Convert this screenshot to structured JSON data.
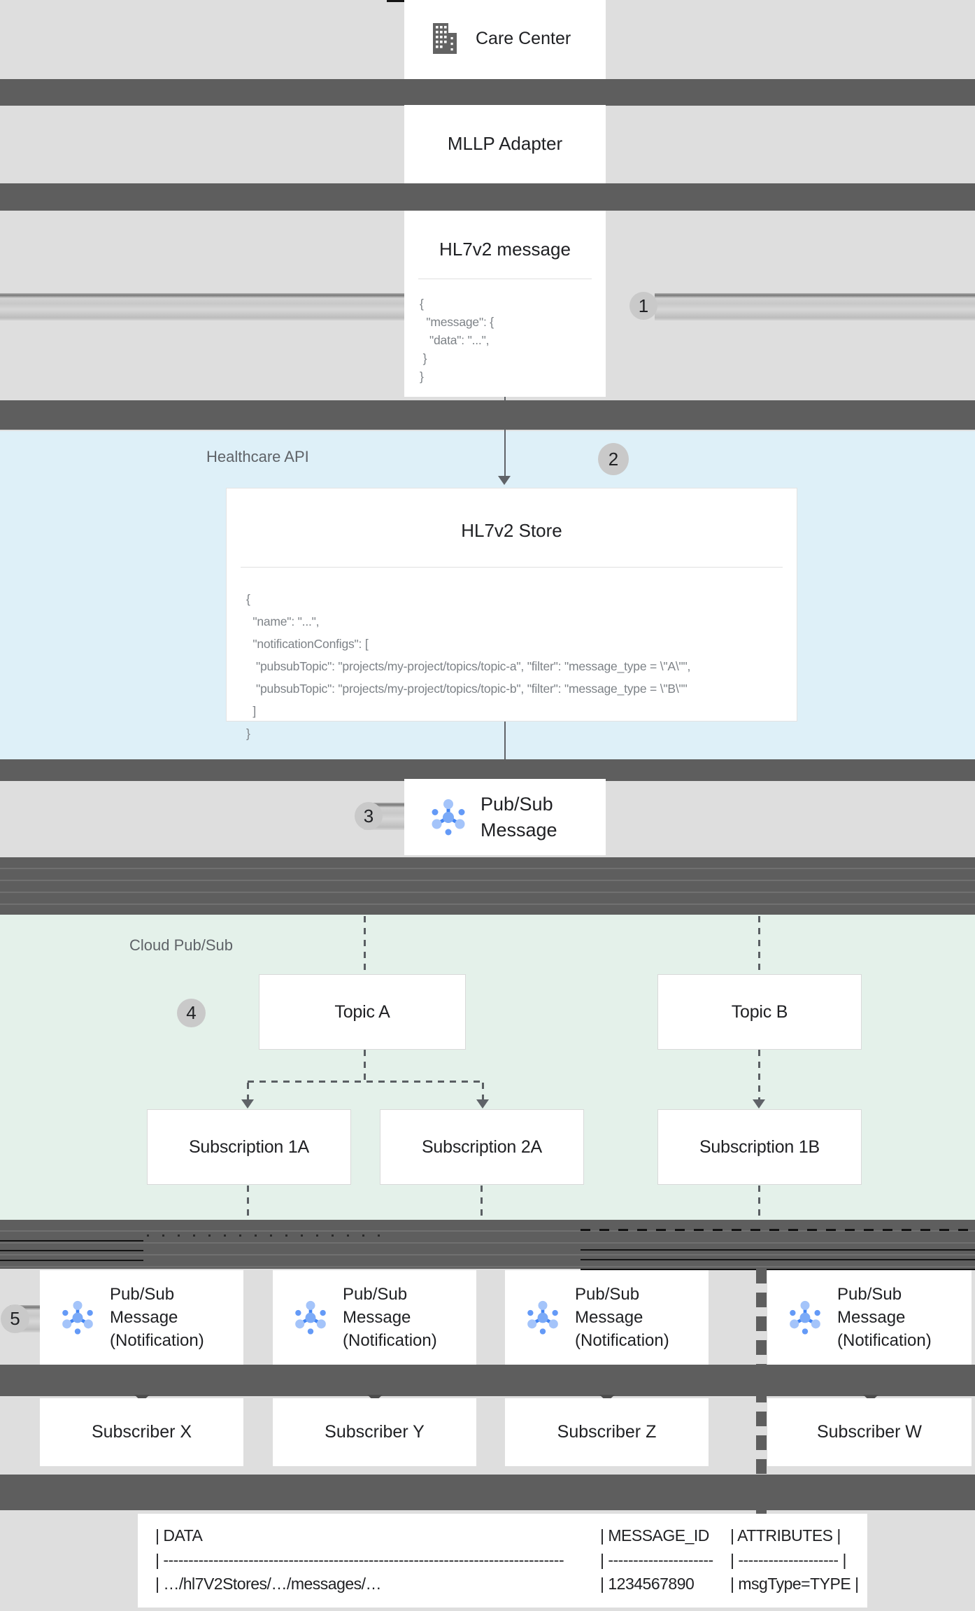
{
  "sections": {
    "healthcare_api": "Healthcare API",
    "cloud_pubsub": "Cloud Pub/Sub"
  },
  "badges": [
    "1",
    "2",
    "3",
    "4",
    "5"
  ],
  "nodes": {
    "care_center": {
      "label": "Care Center"
    },
    "mllp": {
      "label": "MLLP Adapter"
    },
    "msg": {
      "title": "HL7v2 message",
      "code": "{\n  \"message\": {\n   \"data\": \"...\",\n }\n}"
    },
    "store": {
      "title": "HL7v2 Store",
      "code": "{\n  \"name\": \"...\",\n  \"notificationConfigs\": [\n   \"pubsubTopic\": \"projects/my-project/topics/topic-a\", \"filter\": \"message_type = \\\"A\\\"\",\n   \"pubsubTopic\": \"projects/my-project/topics/topic-b\", \"filter\": \"message_type = \\\"B\\\"\"\n  ]\n}"
    },
    "pubsub": {
      "label": "Pub/Sub\nMessage"
    },
    "topics": [
      "Topic A",
      "Topic B"
    ],
    "subscriptions": [
      "Subscription 1A",
      "Subscription 2A",
      "Subscription 1B"
    ],
    "notification": {
      "label": "Pub/Sub\nMessage\n(Notification)"
    },
    "subscribers": [
      "Subscriber X",
      "Subscriber Y",
      "Subscriber Z",
      "Subscriber W"
    ]
  },
  "table": {
    "header": [
      "| DATA",
      "| MESSAGE_ID",
      "| ATTRIBUTES |"
    ],
    "divider": [
      "| --------------------------------------------------------------------------------",
      "| ---------------------",
      "| -------------------- |"
    ],
    "row": [
      "| …/hl7V2Stores/…/messages/…",
      "| 1234567890",
      "| msgType=TYPE |"
    ]
  },
  "icons": {
    "building": "building-icon",
    "pubsub": "pubsub-icon"
  },
  "colors": {
    "band": "#5e5e5e",
    "healthcare_panel": "#def0f8",
    "pubsub_panel": "#e4f1ea",
    "pubsub_blue": "#4285f4",
    "pubsub_light_blue": "#a4c4fa",
    "badge_bg": "#c9c9c9"
  }
}
